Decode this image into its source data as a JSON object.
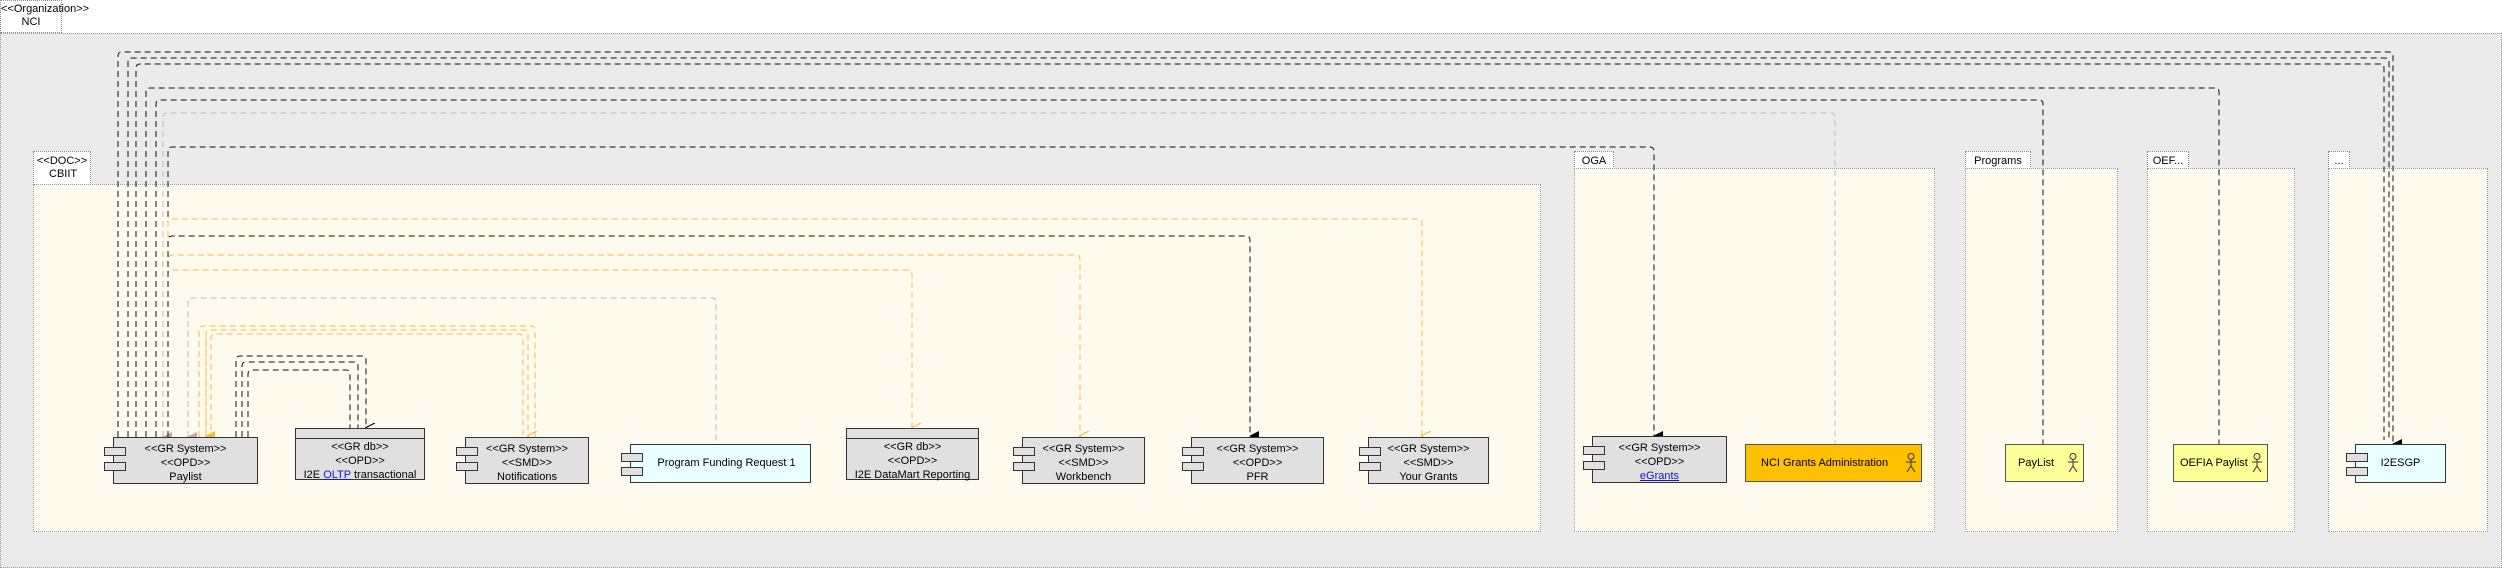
{
  "organization": {
    "stereotype": "<<Organization>>",
    "name": "NCI"
  },
  "packages": {
    "cbiit": {
      "stereotype": "<<DOC>>",
      "name": "CBIIT"
    },
    "oga": {
      "name": "OGA"
    },
    "programs": {
      "name": "Programs"
    },
    "oef": {
      "name": "OEF..."
    },
    "ellipsis": {
      "name": "..."
    }
  },
  "nodes": {
    "paylist": {
      "stereotypes": "<<GR System>>",
      "stereotypes2": "<<OPD>>",
      "name": "Paylist"
    },
    "i2e_db": {
      "stereotypes": "<<GR db>>",
      "stereotypes2": "<<OPD>>",
      "name_pre": "I2E ",
      "name_link": "OLTP",
      "name_post": " transactional"
    },
    "notifications": {
      "stereotypes": "<<GR System>>",
      "stereotypes2": "<<SMD>>",
      "name": "Notifications"
    },
    "pfr1": {
      "name": "Program Funding Request 1"
    },
    "datamart": {
      "stereotypes": "<<GR db>>",
      "stereotypes2": "<<OPD>>",
      "name": "I2E DataMart Reporting"
    },
    "workbench": {
      "stereotypes": "<<GR System>>",
      "stereotypes2": "<<SMD>>",
      "name": "Workbench"
    },
    "pfr": {
      "stereotypes": "<<GR System>>",
      "stereotypes2": "<<OPD>>",
      "name": "PFR"
    },
    "yourgrants": {
      "stereotypes": "<<GR System>>",
      "stereotypes2": "<<SMD>>",
      "name": "Your Grants"
    },
    "egrants": {
      "stereotypes": "<<GR System>>",
      "stereotypes2": "<<OPD>>",
      "name": "eGrants"
    },
    "nci_admin": {
      "name": "NCI Grants Administration"
    },
    "paylist_actor": {
      "name": "PayList"
    },
    "oefia": {
      "name": "OEFIA Paylist"
    },
    "i2esgp": {
      "name": "I2ESGP"
    }
  },
  "colors": {
    "org_bg": "#ebebeb",
    "package_bg": "#fefbee",
    "component_bg": "#e0e0e0",
    "external_system_bg": "#eaffff",
    "actor_bg": "#ffff99",
    "nci_admin_bg": "#ffc000",
    "link_black": "#000000",
    "link_orange": "#f5b942",
    "link_gray": "#bbbbbb",
    "link_pink": "#e8a7a7"
  },
  "icons": [
    "component-icon",
    "actor-icon",
    "arrowhead-icon"
  ]
}
